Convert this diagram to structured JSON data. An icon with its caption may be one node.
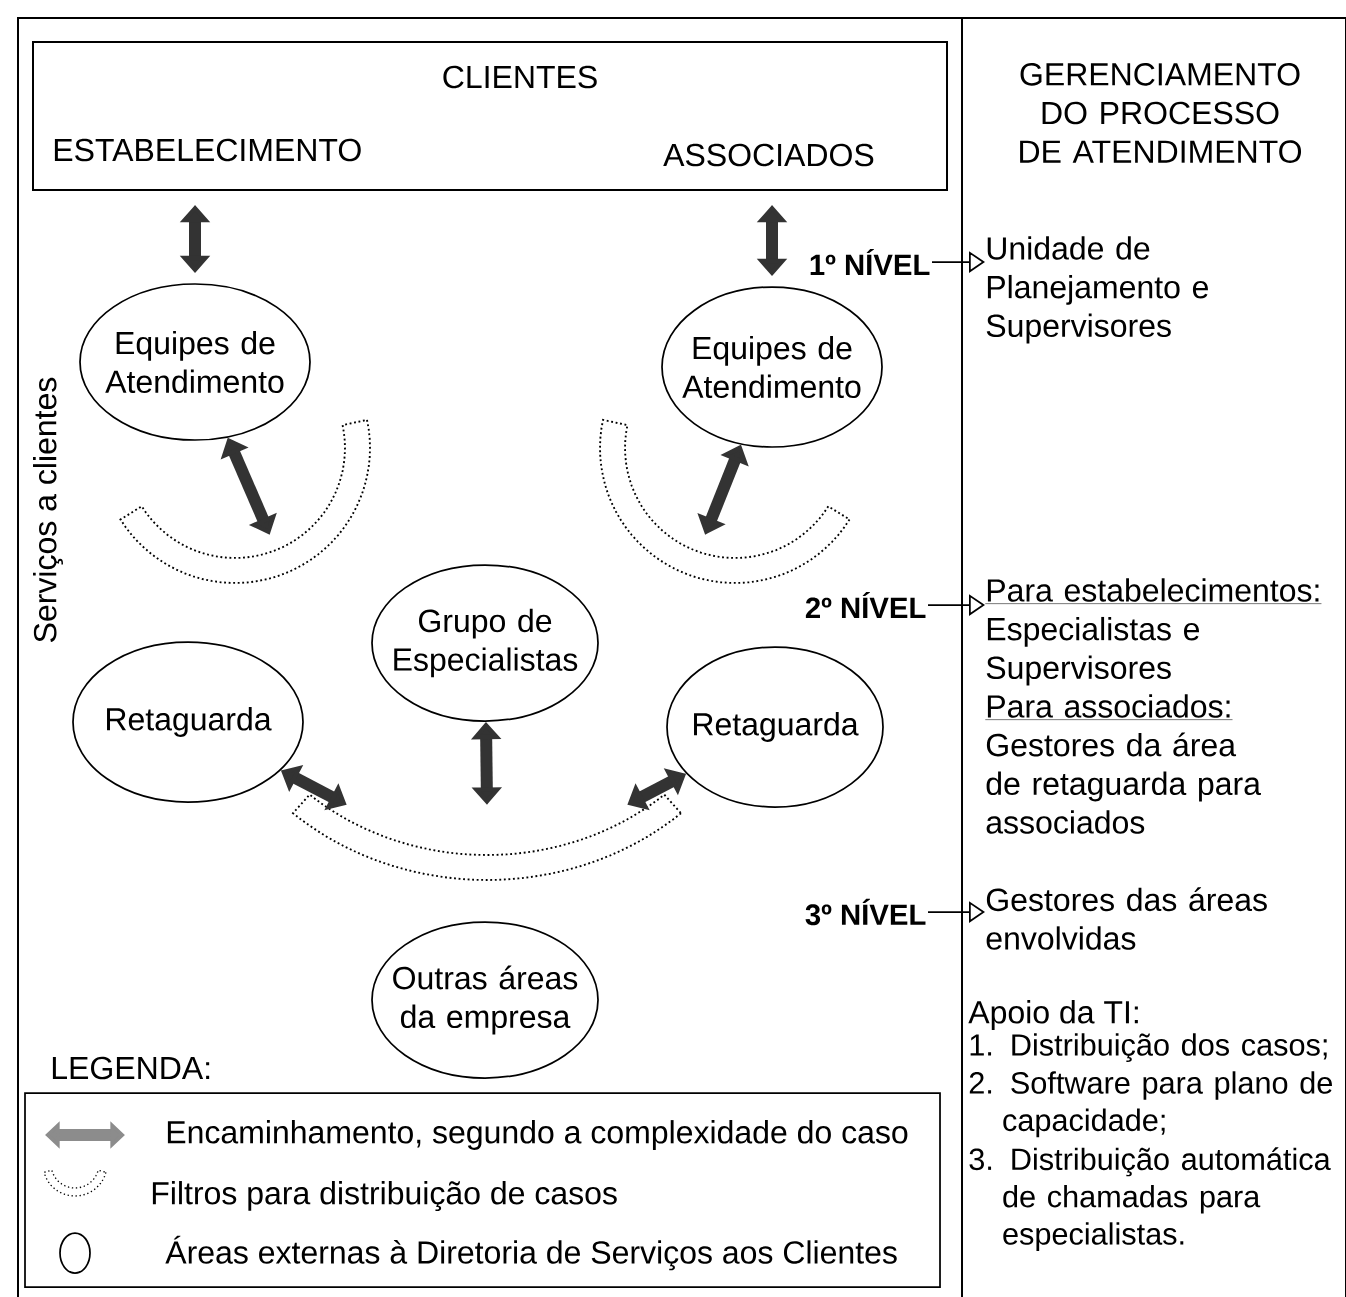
{
  "diagram": {
    "nodes": [
      {
        "text": [
          "CLIENTES",
          "ESTABELECIMENTO",
          "ASSOCIADOS"
        ]
      },
      {
        "text": [
          "Equipes de Atendimento"
        ]
      },
      {
        "text": [
          "Equipes de Atendimento"
        ]
      },
      {
        "text": [
          "Grupo de Especialistas"
        ]
      },
      {
        "text": [
          "Retaguarda"
        ]
      },
      {
        "text": [
          "Retaguarda"
        ]
      },
      {
        "text": [
          "Outras áreas da empresa"
        ]
      },
      {
        "text": [],
        "shape": "arc"
      },
      {
        "text": [],
        "shape": "arc"
      },
      {
        "text": [],
        "shape": "arc"
      },
      {
        "text": [
          "1º NÍVEL"
        ]
      },
      {
        "text": [
          "Unidade de Planejamento e Supervisores"
        ]
      },
      {
        "text": [
          "2º NÍVEL"
        ]
      },
      {
        "text": [
          "Para estabelecimentos:",
          "Especialistas e Supervisores",
          "Para associados:",
          "Gestores da área de retaguarda para associados"
        ]
      },
      {
        "text": [
          "3º NÍVEL"
        ]
      },
      {
        "text": [
          "Gestores das áreas envolvidas"
        ]
      }
    ],
    "edges": [
      {
        "from": 0,
        "to": 1,
        "arrow": "both"
      },
      {
        "from": 0,
        "to": 2,
        "arrow": "both"
      },
      {
        "from": 1,
        "to": 7,
        "arrow": "both"
      },
      {
        "from": 2,
        "to": 8,
        "arrow": "both"
      },
      {
        "from": 4,
        "to": 9,
        "arrow": "both"
      },
      {
        "from": 3,
        "to": 9,
        "arrow": "both"
      },
      {
        "from": 5,
        "to": 9,
        "arrow": "both"
      },
      {
        "from": 10,
        "to": 11,
        "arrow": "to"
      },
      {
        "from": 12,
        "to": 13,
        "arrow": "to"
      },
      {
        "from": 14,
        "to": 15,
        "arrow": "to"
      }
    ],
    "labels": [
      "GERENCIAMENTO DO PROCESSO DE ATENDIMENTO",
      "Serviços a clientes",
      "Apoio da TI:",
      "1. Distribuição dos casos;",
      "2. Software para plano de capacidade;",
      "3. Distribuição automática de chamadas para especialistas.",
      "LEGENDA:"
    ],
    "legend": [
      {
        "text": "Encaminhamento, segundo a complexidade do caso"
      },
      {
        "text": "Filtros para distribuição de casos"
      },
      {
        "text": "Áreas externas à Diretoria de Serviços aos Clientes"
      }
    ]
  }
}
